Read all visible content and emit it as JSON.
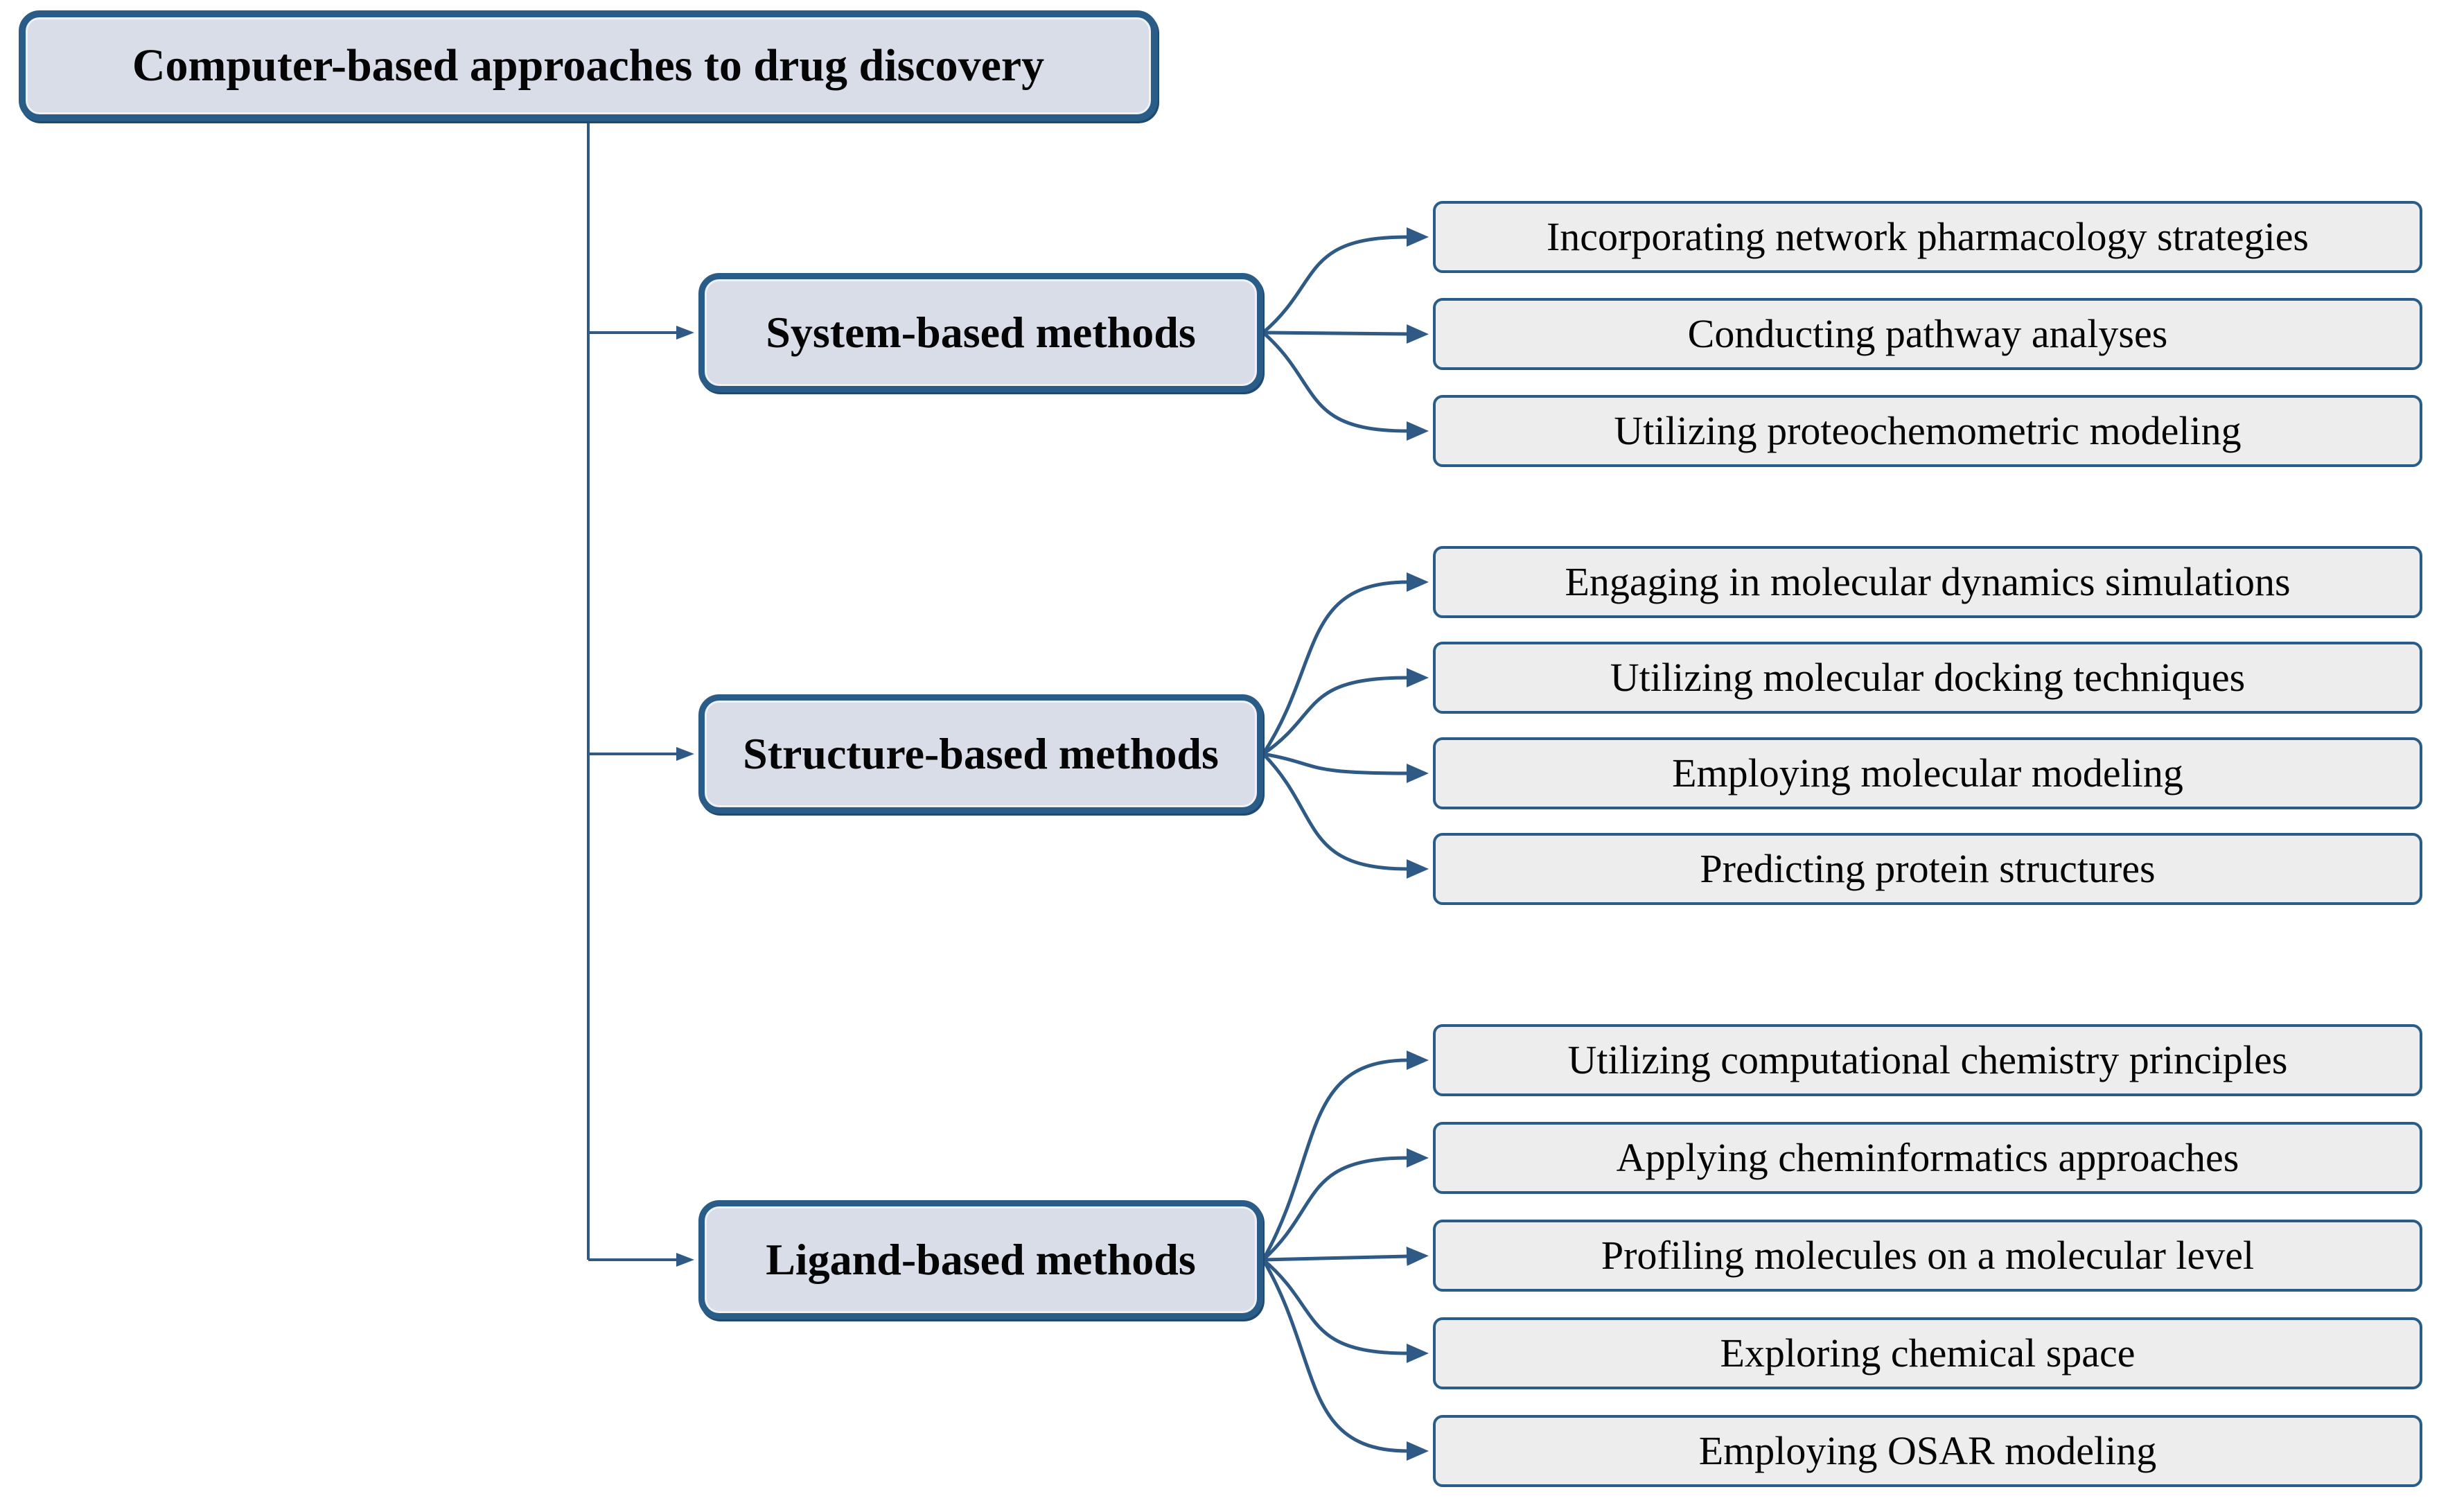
{
  "diagram": {
    "title": "Computer-based approaches to drug discovery",
    "colors": {
      "node_border": "#2a5c88",
      "node_fill": "#d8dde7",
      "leaf_fill": "#ededed",
      "line": "#2e5a85",
      "text": "#050505"
    },
    "branches": [
      {
        "label": "System-based methods",
        "children": [
          "Incorporating network pharmacology strategies",
          "Conducting pathway analyses",
          "Utilizing proteochemometric modeling"
        ]
      },
      {
        "label": "Structure-based methods",
        "children": [
          "Engaging in molecular dynamics simulations",
          "Utilizing molecular docking techniques",
          "Employing molecular modeling",
          "Predicting protein structures"
        ]
      },
      {
        "label": "Ligand-based methods",
        "children": [
          "Utilizing computational chemistry principles",
          "Applying cheminformatics approaches",
          "Profiling molecules on a molecular level",
          "Exploring chemical space",
          "Employing OSAR modeling"
        ]
      }
    ]
  }
}
